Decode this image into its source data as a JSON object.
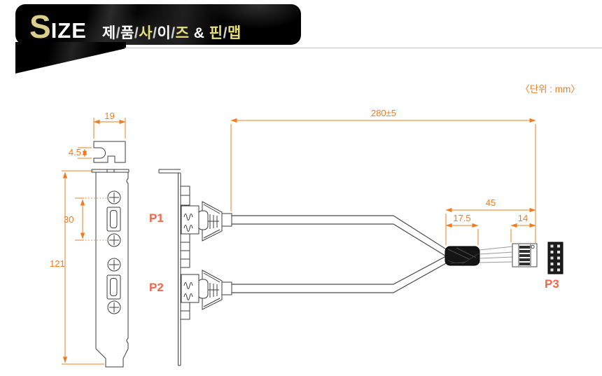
{
  "header": {
    "brand_initial": "S",
    "brand_rest": "IZE",
    "subtitle_segments": [
      {
        "text": "제",
        "cls": "t-w"
      },
      {
        "text": "/",
        "cls": "t-s"
      },
      {
        "text": "품",
        "cls": "t-w"
      },
      {
        "text": "/",
        "cls": "t-s"
      },
      {
        "text": "사",
        "cls": "t-y"
      },
      {
        "text": "/",
        "cls": "t-s"
      },
      {
        "text": "이",
        "cls": "t-w"
      },
      {
        "text": "/",
        "cls": "t-s"
      },
      {
        "text": "즈",
        "cls": "t-y"
      },
      {
        "text": " & ",
        "cls": "t-w"
      },
      {
        "text": "핀",
        "cls": "t-y"
      },
      {
        "text": "/",
        "cls": "t-s"
      },
      {
        "text": "맵",
        "cls": "t-y"
      }
    ]
  },
  "units_note": "〈단위 : mm〉",
  "dimensions": {
    "tab_width": "19",
    "tab_slot_height": "4.5",
    "port_screw_spacing": "30",
    "bracket_height": "121",
    "cable_length": "280±5",
    "tail_length": "45",
    "sleeve_length": "17.5",
    "connector_length": "14"
  },
  "labels": {
    "port1": "P1",
    "port2": "P2",
    "pin_header": "P3"
  },
  "colors": {
    "dimension_orange": "#ef7c20",
    "port_label": "#f2664a",
    "brand_gold": "#d9cf8b",
    "line": "#3c3c3c"
  }
}
